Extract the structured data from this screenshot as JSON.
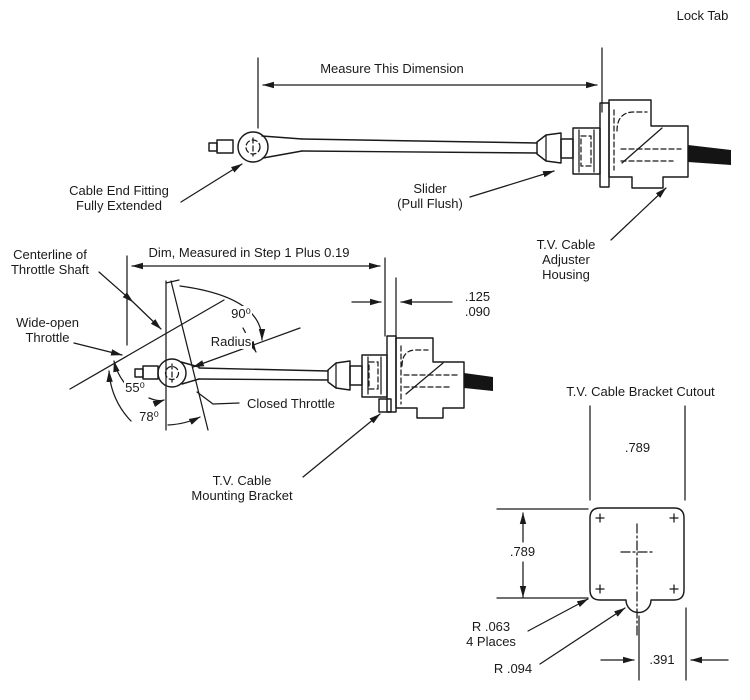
{
  "top_diagram": {
    "lock_tab": "Lock Tab",
    "measure_dimension": "Measure This Dimension",
    "cable_end_fitting_line1": "Cable End Fitting",
    "cable_end_fitting_line2": "Fully Extended",
    "slider_line1": "Slider",
    "slider_line2": "(Pull Flush)",
    "adjuster_housing_line1": "T.V. Cable",
    "adjuster_housing_line2": "Adjuster",
    "adjuster_housing_line3": "Housing"
  },
  "middle_diagram": {
    "centerline_line1": "Centerline of",
    "centerline_line2": "Throttle Shaft",
    "dim_note": "Dim, Measured in Step 1 Plus 0.19",
    "wide_open_line1": "Wide-open",
    "wide_open_line2": "Throttle",
    "angle_90": "90⁰",
    "radius": "Radius",
    "angle_55": "55⁰",
    "angle_78": "78⁰",
    "closed_throttle": "Closed Throttle",
    "gap_max": ".125",
    "gap_min": ".090",
    "mounting_bracket_line1": "T.V. Cable",
    "mounting_bracket_line2": "Mounting Bracket"
  },
  "cutout_diagram": {
    "title": "T.V. Cable Bracket Cutout",
    "width_dim": ".789",
    "height_dim": ".789",
    "corner_radius_line1": "R .063",
    "corner_radius_line2": "4 Places",
    "notch_radius": "R .094",
    "notch_offset": ".391"
  },
  "colors": {
    "ink": "#1a1a1a",
    "background": "#ffffff"
  }
}
